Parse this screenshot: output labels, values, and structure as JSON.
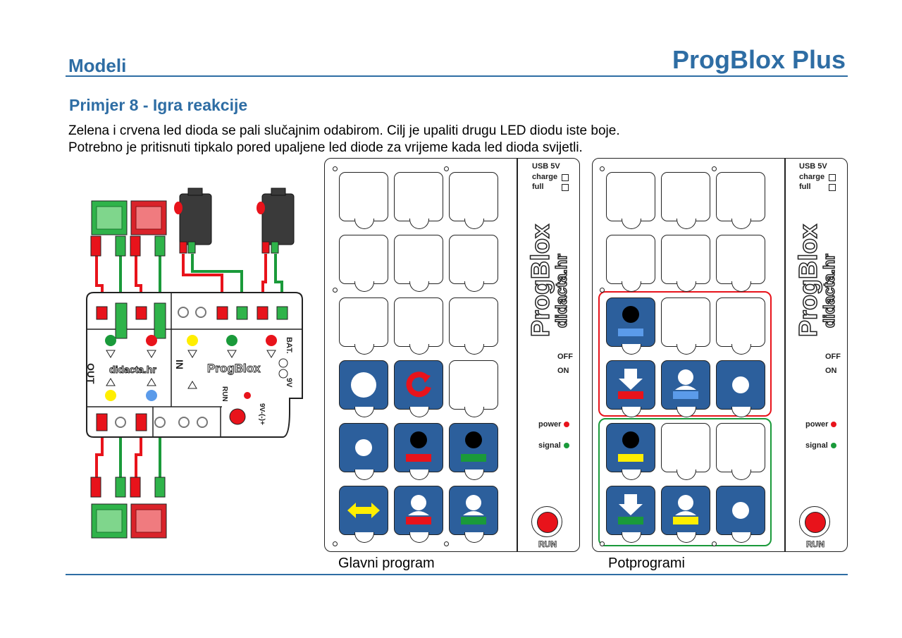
{
  "header": {
    "section": "Modeli",
    "product": "ProgBlox Plus"
  },
  "example": {
    "title": "Primjer 8 - Igra reakcije",
    "line1": "Zelena i crvena led dioda se pali slučajnim odabirom. Cilj je upaliti drugu LED diodu iste boje.",
    "line2": "Potrebno je pritisnuti tipkalo pored upaljene led diode za vrijeme kada led dioda svijetli."
  },
  "hub": {
    "label_out": "OUT",
    "label_in": "IN",
    "brand_site": "didacta.hr",
    "brand_name": "ProgBlox",
    "label_bat": "BAT.",
    "label_volt": "9V",
    "label_run": "RUN",
    "label_power_in": "9V-(-)+"
  },
  "boards": {
    "usb": "USB 5V",
    "charge": "charge",
    "full": "full",
    "off": "OFF",
    "on": "ON",
    "power": "power",
    "signal": "signal",
    "run": "RUN",
    "brand_name": "ProgBlox",
    "brand_site": "didacta.hr"
  },
  "captions": {
    "main": "Glavni program",
    "sub": "Potprogrami"
  },
  "colors": {
    "accent": "#2e6da4",
    "tile": "#2c5f9c",
    "red": "#e8131b",
    "green": "#1a9a3a",
    "yellow": "#ffee00",
    "lightblue": "#5b9bea"
  }
}
